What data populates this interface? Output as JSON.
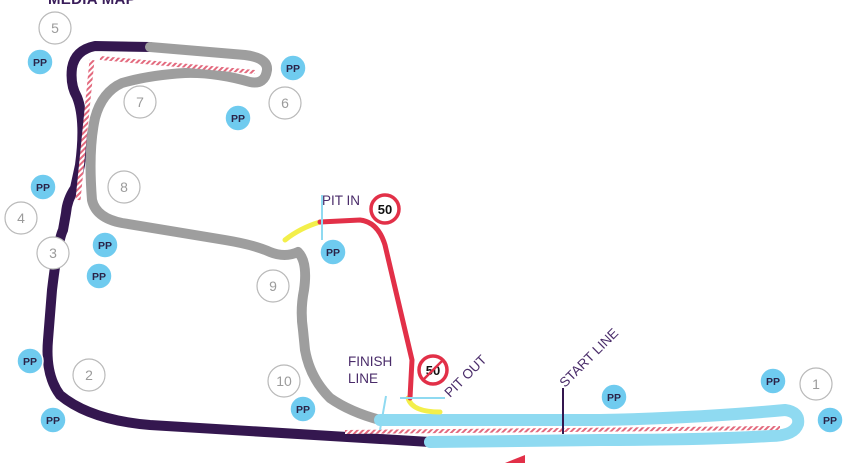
{
  "header": {
    "title": "MEDIA MAP"
  },
  "colors": {
    "purple_track": "#34174f",
    "grey_track": "#9e9e9e",
    "blue_track": "#8fdaf1",
    "pit_lane": "#e23048",
    "pit_connector": "#f3ef4a",
    "pp_fill": "#6fcbef",
    "curb": "#e36a7e"
  },
  "turns": [
    {
      "id": "t1",
      "label": "1"
    },
    {
      "id": "t2",
      "label": "2"
    },
    {
      "id": "t3",
      "label": "3"
    },
    {
      "id": "t4",
      "label": "4"
    },
    {
      "id": "t5",
      "label": "5"
    },
    {
      "id": "t6",
      "label": "6"
    },
    {
      "id": "t7",
      "label": "7"
    },
    {
      "id": "t8",
      "label": "8"
    },
    {
      "id": "t9",
      "label": "9"
    },
    {
      "id": "t10",
      "label": "10"
    }
  ],
  "photo_position_label": "PP",
  "labels": {
    "pit_in": "PIT IN",
    "pit_out": "PIT OUT",
    "finish_line": "FINISH\nLINE",
    "start_line": "START LINE"
  },
  "speed_limit": {
    "value": "50",
    "end_value": "50"
  }
}
